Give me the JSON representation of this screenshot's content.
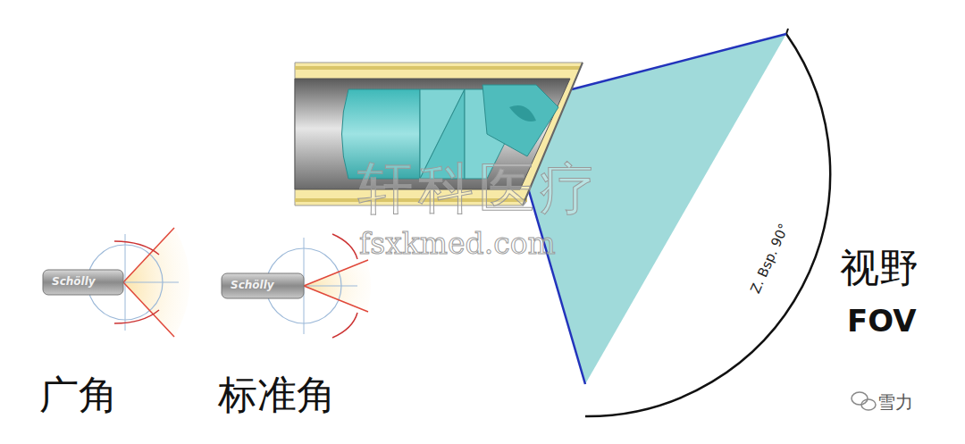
{
  "diagram": {
    "labels": [
      "广角",
      "标准角",
      "视野",
      "FOV",
      "Z. Bsp. 90°",
      "轩科医疗",
      "fsxkmed.com",
      "雪力",
      "Schölly",
      "Schölly"
    ]
  }
}
